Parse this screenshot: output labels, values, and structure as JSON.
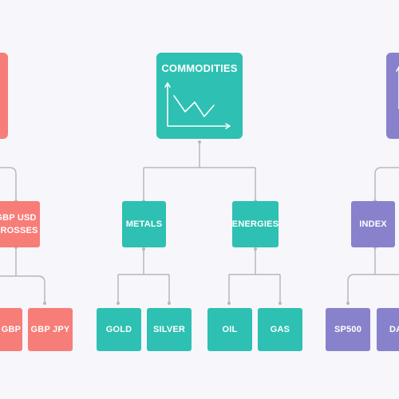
{
  "colors": {
    "background": "#f7f6fa",
    "teal": "#2ec0b2",
    "salmon": "#f77d78",
    "purple": "#8882cc",
    "connector": "#b8b8bc"
  },
  "left_branch": {
    "color": "salmon",
    "mid_label": "GBP USD\nCROSSES",
    "leaves": [
      "GBP",
      "GBP JPY"
    ]
  },
  "center_branch": {
    "color": "teal",
    "title": "COMMODITIES",
    "icon": "line-chart-icon",
    "children": [
      {
        "label": "METALS",
        "leaves": [
          "GOLD",
          "SILVER"
        ]
      },
      {
        "label": "ENERGIES",
        "leaves": [
          "OIL",
          "GAS"
        ]
      }
    ]
  },
  "right_branch": {
    "color": "purple",
    "mid_label": "INDEX",
    "leaves": [
      "SP500",
      "DA"
    ]
  }
}
